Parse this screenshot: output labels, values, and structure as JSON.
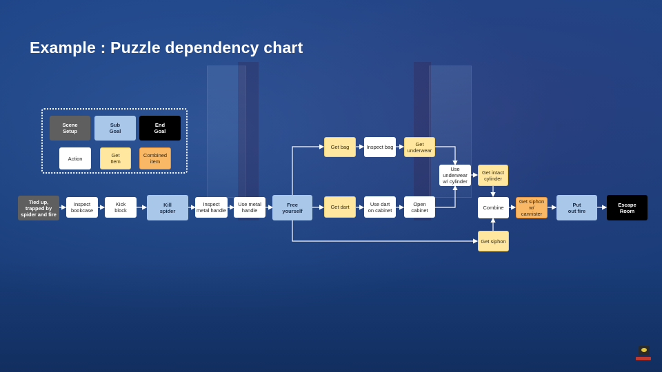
{
  "title": "Example : Puzzle dependency chart",
  "colors": {
    "scene_setup": "#5f5f5f",
    "sub_goal": "#a9c7e8",
    "end_goal": "#000000",
    "action": "#ffffff",
    "get_item": "#ffe7a0",
    "combined_item": "#f8b866",
    "connector": "#ffffff"
  },
  "legend": {
    "scene": "Scene\nSetup",
    "sub": "Sub\nGoal",
    "end": "End\nGoal",
    "action": "Action",
    "item": "Get\nItem",
    "combined": "Combined\nitem"
  },
  "nodes": {
    "tied": "Tied up,\ntrapped by\nspider and fire",
    "inspect_bookcase": "Inspect\nbookcase",
    "kick_block": "Kick\nblock",
    "kill_spider": "Kill\nspider",
    "inspect_metal_handle": "Inspect\nmetal handle",
    "use_metal_handle": "Use metal\nhandle",
    "free_yourself": "Free\nyourself",
    "get_bag": "Get bag",
    "inspect_bag": "Inspect bag",
    "get_underwear": "Get\nunderwear",
    "get_dart": "Get dart",
    "use_dart": "Use dart\non cabinet",
    "open_cabinet": "Open\ncabinet",
    "use_underwear": "Use\nunderwear\nw/ cylinder",
    "get_intact_cylinder": "Get intact\ncylinder",
    "combine": "Combine",
    "get_siphon_canister": "Get siphon\nw/ cannister",
    "put_out_fire": "Put\nout fire",
    "escape_room": "Escape\nRoom",
    "get_siphon": "Get siphon"
  }
}
